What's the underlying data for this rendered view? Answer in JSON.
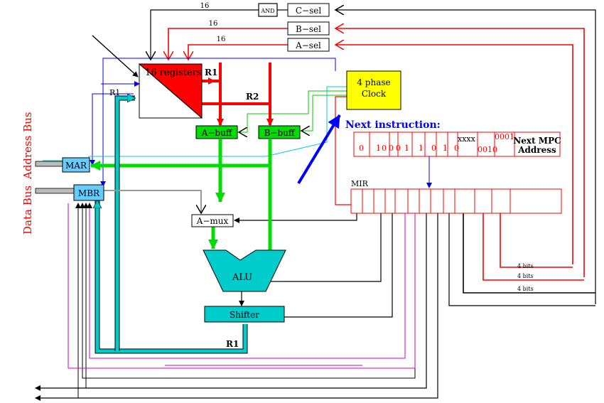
{
  "labels": {
    "bus_width_c": "16",
    "bus_width_b": "16",
    "bus_width_a": "16",
    "and_gate": "AND",
    "c_sel": "C−sel",
    "b_sel": "B−sel",
    "a_sel": "A−sel",
    "registers": "16 registers",
    "r1_top": "R1",
    "r2": "R2",
    "r1_side": "R1",
    "r1_bottom": "R1",
    "clock_line1": "4 phase",
    "clock_line2": "Clock",
    "a_buff": "A−buff",
    "b_buff": "B−buff",
    "mar": "MAR",
    "mbr": "MBR",
    "a_mux": "A−mux",
    "alu": "ALU",
    "shifter": "Shifter",
    "mir": "MIR",
    "next_instruction": "Next instruction:",
    "next_mpc_line1": "Next MPC",
    "next_mpc_line2": "Address",
    "address_bus": "Address Bus",
    "data_bus": "Data Bus",
    "bits_1": "4 bits",
    "bits_2": "4 bits",
    "bits_3": "4 bits"
  },
  "instruction_fields": [
    "0",
    "1",
    "0",
    "0",
    "0",
    "1",
    "1",
    "0",
    "1",
    "0"
  ],
  "instruction_tail": {
    "xxxx": "xxxx",
    "low": "0010",
    "high": "0001"
  },
  "colors": {
    "red": "#ff0000",
    "green": "#00dd00",
    "cyan": "#00cccc",
    "blue": "#0000ff",
    "yellow": "#ffff00",
    "magenta": "#cc00cc",
    "black": "#000000"
  }
}
